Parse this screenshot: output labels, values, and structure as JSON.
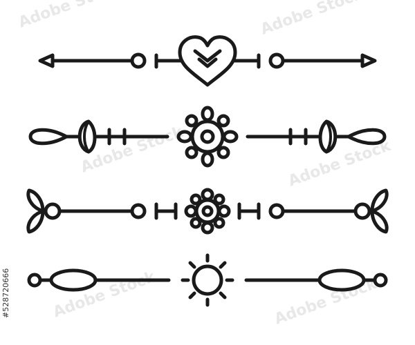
{
  "image": {
    "background": "#ffffff",
    "ink_color": "#1a1a1a",
    "watermark": {
      "text": "Adobe Stock",
      "stock_id": "#528720666"
    },
    "dividers": [
      {
        "name": "arrow-heart-divider",
        "center_icon": "heart-icon",
        "left_end": "arrow-head-icon",
        "right_end": "arrow-head-icon"
      },
      {
        "name": "moon-flower-divider",
        "center_icon": "flower-icon",
        "left_end": "leaf-icon",
        "right_end": "leaf-icon"
      },
      {
        "name": "trefoil-flower-divider",
        "center_icon": "small-flower-icon",
        "left_end": "trefoil-icon",
        "right_end": "trefoil-icon"
      },
      {
        "name": "sun-divider",
        "center_icon": "sun-icon",
        "left_end": "ring-icon",
        "right_end": "ring-icon"
      }
    ]
  }
}
